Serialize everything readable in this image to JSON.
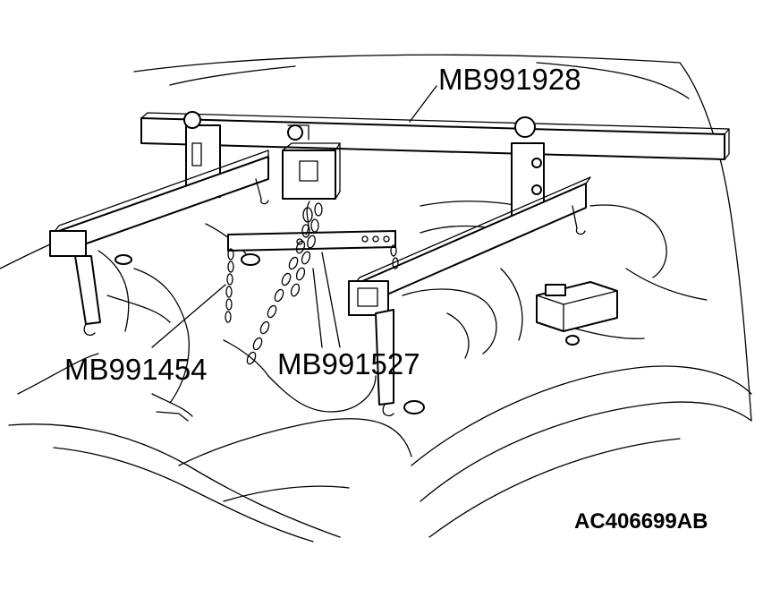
{
  "labels": {
    "crossbar": "MB991928",
    "chain_hook": "MB991454",
    "bracket": "MB991527"
  },
  "figure_ref": "AC406699AB"
}
